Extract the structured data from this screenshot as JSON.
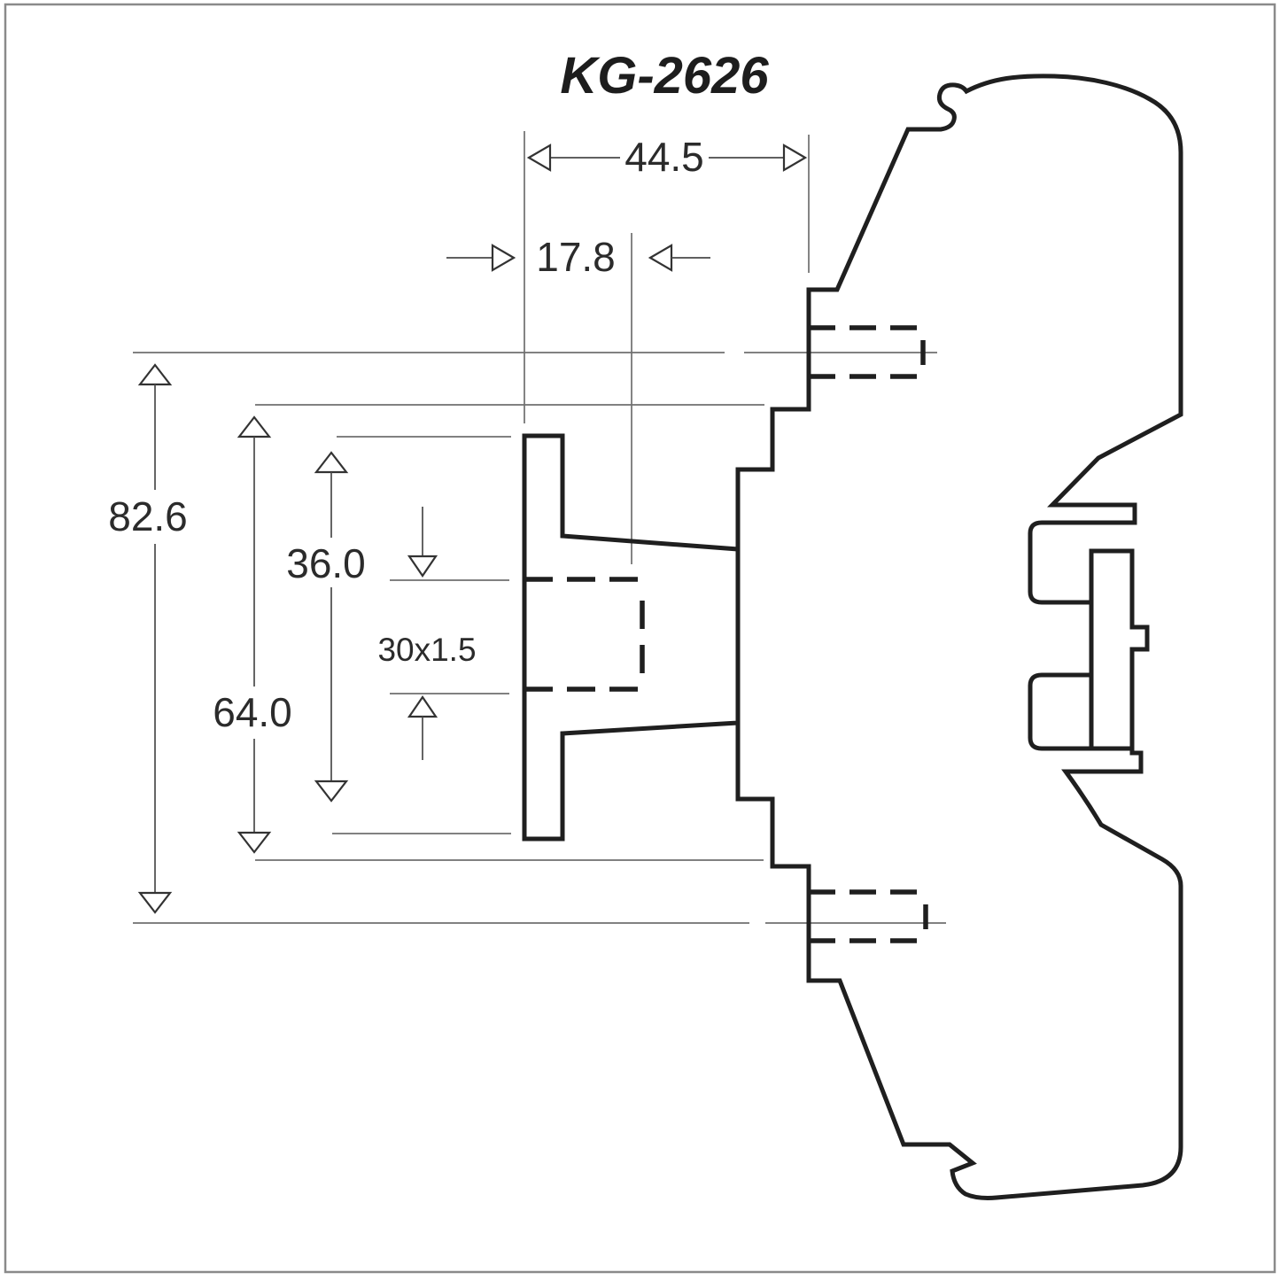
{
  "title": "KG-2626",
  "colors": {
    "background": "#ffffff",
    "outline": "#1f1f1f",
    "thin_lines": "#6f6f6f",
    "text": "#2b2b2b",
    "frame": "#8a8a8a"
  },
  "dimensions": {
    "overall_width": {
      "label": "44.5"
    },
    "hub_depth": {
      "label": "17.8"
    },
    "bolt_spacing": {
      "label": "82.6"
    },
    "step_height": {
      "label": "64.0"
    },
    "flange_height": {
      "label": "36.0"
    },
    "thread_spec": {
      "label": "30x1.5"
    }
  }
}
